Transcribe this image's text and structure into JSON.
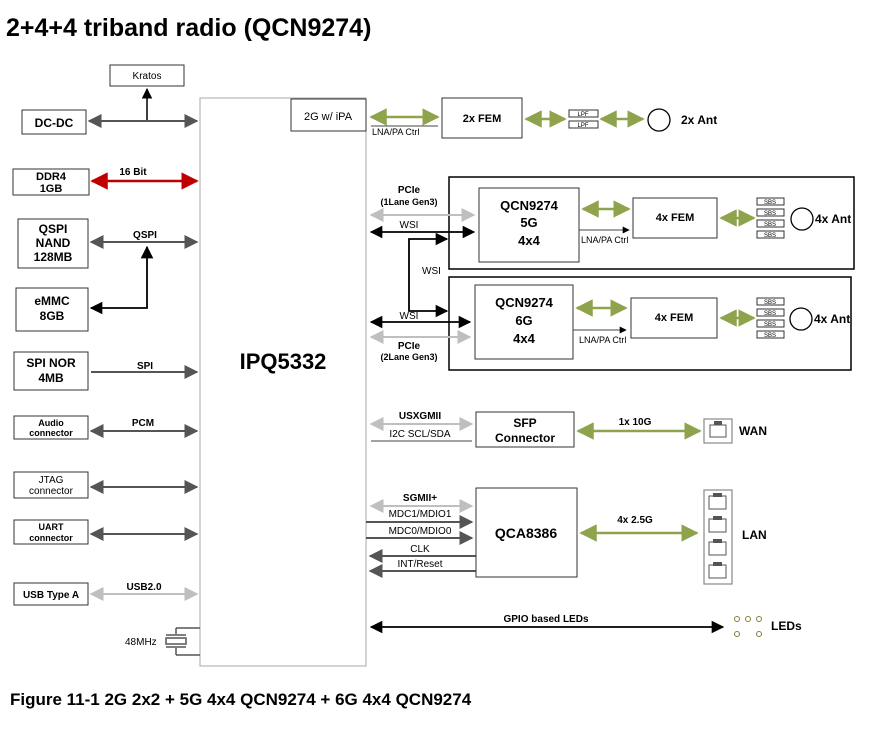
{
  "title": "2+4+4 triband radio (QCN9274)",
  "caption": "Figure 11-1 2G 2x2 + 5G 4x4 QCN9274 + 6G 4x4 QCN9274",
  "soc": {
    "label": "IPQ5332"
  },
  "left_blocks": {
    "kratos": "Kratos",
    "dcdc": "DC-DC",
    "ddr": [
      "DDR4",
      "1GB"
    ],
    "qspi_nand": [
      "QSPI",
      "NAND",
      "128MB"
    ],
    "emmc": [
      "eMMC",
      "8GB"
    ],
    "spi_nor": [
      "SPI NOR",
      "4MB"
    ],
    "audio": [
      "Audio",
      "connector"
    ],
    "jtag": [
      "JTAG",
      "connector"
    ],
    "uart": [
      "UART",
      "connector"
    ],
    "usb": "USB Type A",
    "crystal": "48MHz"
  },
  "left_links": {
    "ddr_bus": "16 Bit",
    "qspi": "QSPI",
    "spi": "SPI",
    "pcm": "PCM",
    "usb": "USB2.0"
  },
  "radio_2g": {
    "ipa": "2G w/ iPA",
    "lna": "LNA/PA Ctrl",
    "fem": "2x FEM",
    "ant": "2x  Ant",
    "lpf": "LPF"
  },
  "radio_5g": {
    "pcie": [
      "PCIe",
      "(1Lane Gen3)"
    ],
    "wsi": "WSI",
    "chip": [
      "QCN9274",
      "5G",
      "4x4"
    ],
    "lna": "LNA/PA Ctrl",
    "fem": "4x FEM",
    "ant": "4x  Ant",
    "filter": "SBS"
  },
  "wsi_link": "WSI",
  "radio_6g": {
    "wsi": "WSI",
    "pcie": [
      "PCIe",
      "(2Lane Gen3)"
    ],
    "chip": [
      "QCN9274",
      "6G",
      "4x4"
    ],
    "lna": "LNA/PA Ctrl",
    "fem": "4x FEM",
    "ant": "4x  Ant",
    "filter": "SBS"
  },
  "sfp": {
    "usxgmii": "USXGMII",
    "i2c": "I2C SCL/SDA",
    "box": [
      "SFP",
      "Connector"
    ],
    "speed": "1x 10G",
    "port": "WAN"
  },
  "switch": {
    "sgmii": "SGMII+",
    "mdc1": "MDC1/MDIO1",
    "mdc0": "MDC0/MDIO0",
    "clk": "CLK",
    "int": "INT/Reset",
    "chip": "QCA8386",
    "speed": "4x 2.5G",
    "port": "LAN"
  },
  "gpio": {
    "label": "GPIO based LEDs",
    "leds": "LEDs"
  },
  "colors": {
    "line": "#555555",
    "red": "#c00000",
    "gray": "#bfbfbf",
    "green": "#8ea34c",
    "black": "#000000"
  }
}
